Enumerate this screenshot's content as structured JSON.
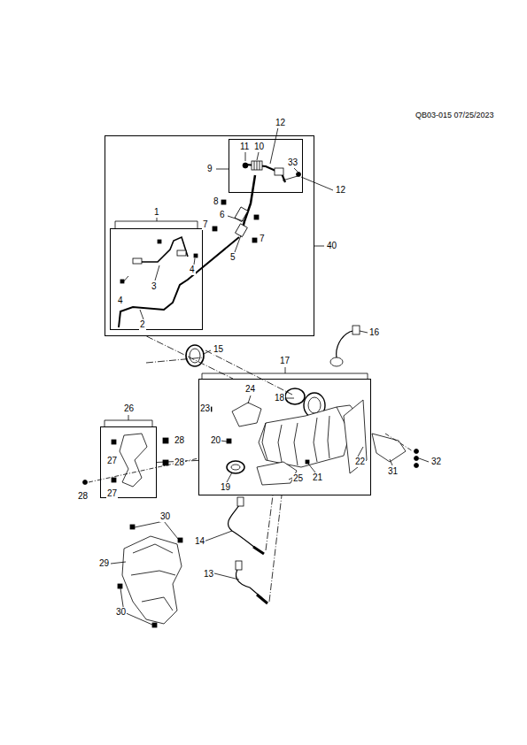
{
  "diagram": {
    "nodes": [
      {
        "text": [
          "40"
        ]
      },
      {
        "text": [
          "9"
        ],
        "in": 0
      },
      {
        "text": [
          "1"
        ],
        "in": 0
      },
      {
        "text": [
          "17"
        ]
      },
      {
        "text": [
          "26"
        ]
      }
    ],
    "edges": [
      {
        "from": 0,
        "to": 3,
        "arrow": "none"
      },
      {
        "from": 4,
        "to": 3,
        "arrow": "none"
      }
    ],
    "labels": [
      "QB03-015 07/25/2023",
      "12",
      "11",
      "10",
      "33",
      "12",
      "8",
      "6",
      "7",
      "7",
      "5",
      "4",
      "3",
      "4",
      "2",
      "15",
      "16",
      "18",
      "24",
      "23",
      "20",
      "21",
      "22",
      "19",
      "25",
      "31",
      "32",
      "28",
      "27",
      "28",
      "28",
      "27",
      "30",
      "30",
      "14",
      "29",
      "13"
    ]
  }
}
